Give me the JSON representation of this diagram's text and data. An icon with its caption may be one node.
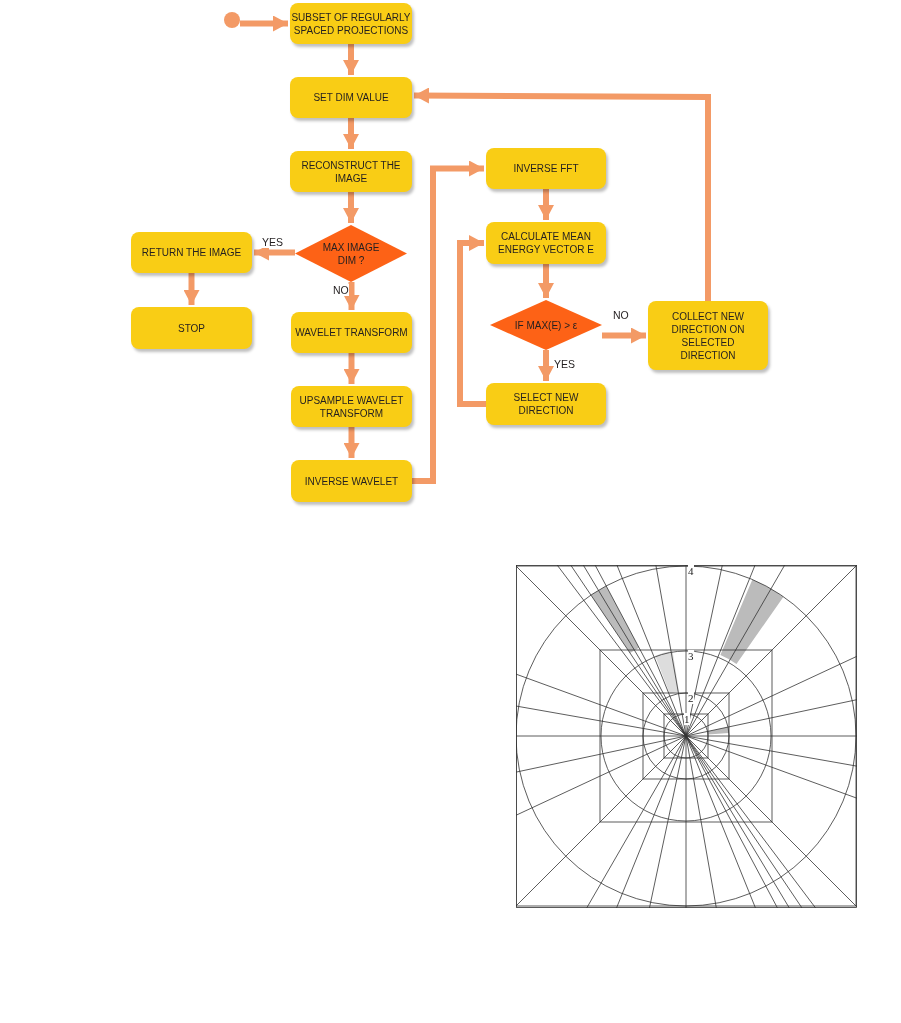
{
  "diagram": {
    "nodes": [
      {
        "text": [],
        "shape": "circle"
      },
      {
        "text": [
          "SUBSET OF REGULARLY SPACED PROJECTIONS"
        ]
      },
      {
        "text": [
          "SET DIM VALUE"
        ]
      },
      {
        "text": [
          "RECONSTRUCT THE IMAGE"
        ]
      },
      {
        "text": [
          "MAX IMAGE DIM ?"
        ]
      },
      {
        "text": [
          "RETURN THE IMAGE"
        ]
      },
      {
        "text": [
          "STOP"
        ]
      },
      {
        "text": [
          "WAVELET TRANSFORM"
        ]
      },
      {
        "text": [
          "UPSAMPLE WAVELET TRANSFORM"
        ]
      },
      {
        "text": [
          "INVERSE WAVELET"
        ]
      },
      {
        "text": [
          "INVERSE FFT"
        ]
      },
      {
        "text": [
          "CALCULATE MEAN ENERGY VECTOR E"
        ]
      },
      {
        "text": [
          "IF MAX(E) > ε"
        ]
      },
      {
        "text": [
          "SELECT NEW DIRECTION"
        ]
      },
      {
        "text": [
          "COLLECT NEW DIRECTION ON SELECTED DIRECTION"
        ]
      }
    ],
    "edges": [
      {
        "from": 0,
        "to": 1,
        "arrow": "to"
      },
      {
        "from": 1,
        "to": 2,
        "arrow": "to"
      },
      {
        "from": 2,
        "to": 3,
        "arrow": "to"
      },
      {
        "from": 3,
        "to": 4,
        "arrow": "to"
      },
      {
        "from": 4,
        "to": 5,
        "arrow": "to",
        "label": "YES"
      },
      {
        "from": 5,
        "to": 6,
        "arrow": "to"
      },
      {
        "from": 4,
        "to": 7,
        "arrow": "to",
        "label": "NO"
      },
      {
        "from": 7,
        "to": 8,
        "arrow": "to"
      },
      {
        "from": 8,
        "to": 9,
        "arrow": "to"
      },
      {
        "from": 9,
        "to": 10,
        "arrow": "to"
      },
      {
        "from": 10,
        "to": 11,
        "arrow": "to"
      },
      {
        "from": 11,
        "to": 12,
        "arrow": "to"
      },
      {
        "from": 12,
        "to": 14,
        "arrow": "to",
        "label": "NO"
      },
      {
        "from": 12,
        "to": 13,
        "arrow": "to",
        "label": "YES"
      },
      {
        "from": 13,
        "to": 11,
        "arrow": "to"
      },
      {
        "from": 14,
        "to": 2,
        "arrow": "to"
      }
    ],
    "labels": [
      "4",
      "3",
      "2",
      "1"
    ]
  }
}
